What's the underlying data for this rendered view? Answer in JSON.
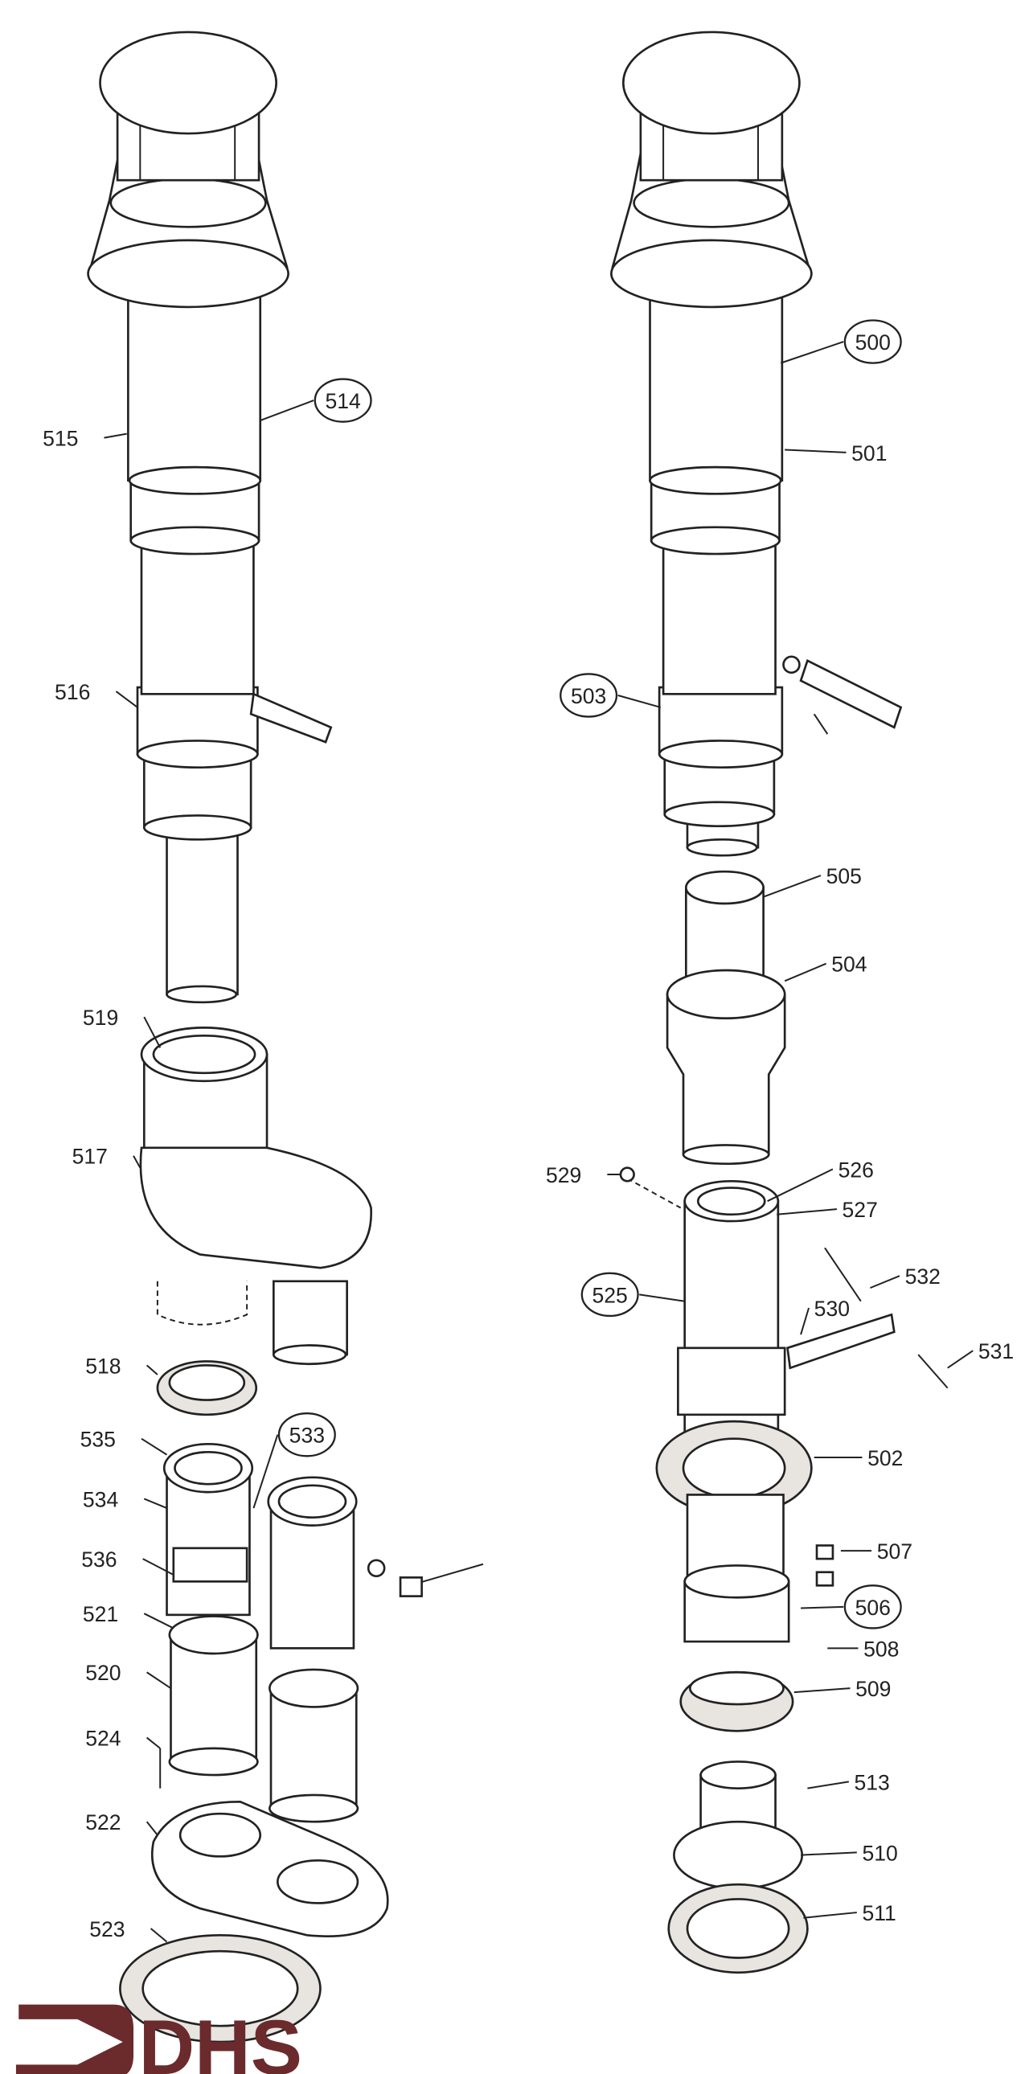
{
  "title": "Flue terminal kit exploded parts diagram",
  "brand": {
    "logo_text": "DHS",
    "color": "#6b2a2c"
  },
  "part_labels": [
    {
      "number": "515",
      "circled": false
    },
    {
      "number": "514",
      "circled": true
    },
    {
      "number": "516",
      "circled": false
    },
    {
      "number": "519",
      "circled": false
    },
    {
      "number": "517",
      "circled": false
    },
    {
      "number": "518",
      "circled": false
    },
    {
      "number": "535",
      "circled": false
    },
    {
      "number": "533",
      "circled": true
    },
    {
      "number": "534",
      "circled": false
    },
    {
      "number": "536",
      "circled": false
    },
    {
      "number": "521",
      "circled": false
    },
    {
      "number": "520",
      "circled": false
    },
    {
      "number": "524",
      "circled": false
    },
    {
      "number": "522",
      "circled": false
    },
    {
      "number": "523",
      "circled": false
    },
    {
      "number": "500",
      "circled": true
    },
    {
      "number": "501",
      "circled": false
    },
    {
      "number": "503",
      "circled": true
    },
    {
      "number": "505",
      "circled": false
    },
    {
      "number": "504",
      "circled": false
    },
    {
      "number": "529",
      "circled": false
    },
    {
      "number": "526",
      "circled": false
    },
    {
      "number": "527",
      "circled": false
    },
    {
      "number": "532",
      "circled": false
    },
    {
      "number": "525",
      "circled": true
    },
    {
      "number": "530",
      "circled": false
    },
    {
      "number": "531",
      "circled": false
    },
    {
      "number": "502",
      "circled": false
    },
    {
      "number": "507",
      "circled": false
    },
    {
      "number": "506",
      "circled": true
    },
    {
      "number": "508",
      "circled": false
    },
    {
      "number": "509",
      "circled": false
    },
    {
      "number": "513",
      "circled": false
    },
    {
      "number": "510",
      "circled": false
    },
    {
      "number": "511",
      "circled": false
    }
  ]
}
